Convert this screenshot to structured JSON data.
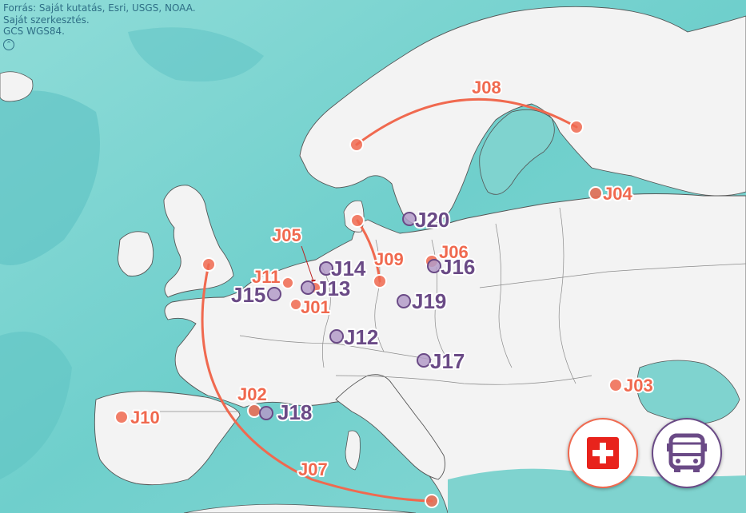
{
  "attribution": {
    "line1": "Forrás: Saját kutatás, Esri, USGS, NOAA.",
    "line2": "Saját szerkesztés.",
    "line3": "GCS WGS84.",
    "toggle_icon": "chevron-up-icon"
  },
  "colors": {
    "sea": "#7fd3cf",
    "land": "#f3f3f3",
    "orange": "#f0694f",
    "purple": "#6a4a86"
  },
  "markers": {
    "J01": "J01",
    "J02": "J02",
    "J03": "J03",
    "J04": "J04",
    "J05": "J05",
    "J06": "J06",
    "J07": "J07",
    "J08": "J08",
    "J09": "J09",
    "J10": "J10",
    "J11": "J11",
    "J12": "J12",
    "J13": "J13",
    "J14": "J14",
    "J15": "J15",
    "J16": "J16",
    "J17": "J17",
    "J18": "J18",
    "J19": "J19",
    "J20": "J20"
  },
  "buttons": {
    "health": {
      "icon": "swiss-cross-icon",
      "color": "#e8231c"
    },
    "bus": {
      "icon": "bus-icon",
      "color": "#6a4a86"
    }
  }
}
